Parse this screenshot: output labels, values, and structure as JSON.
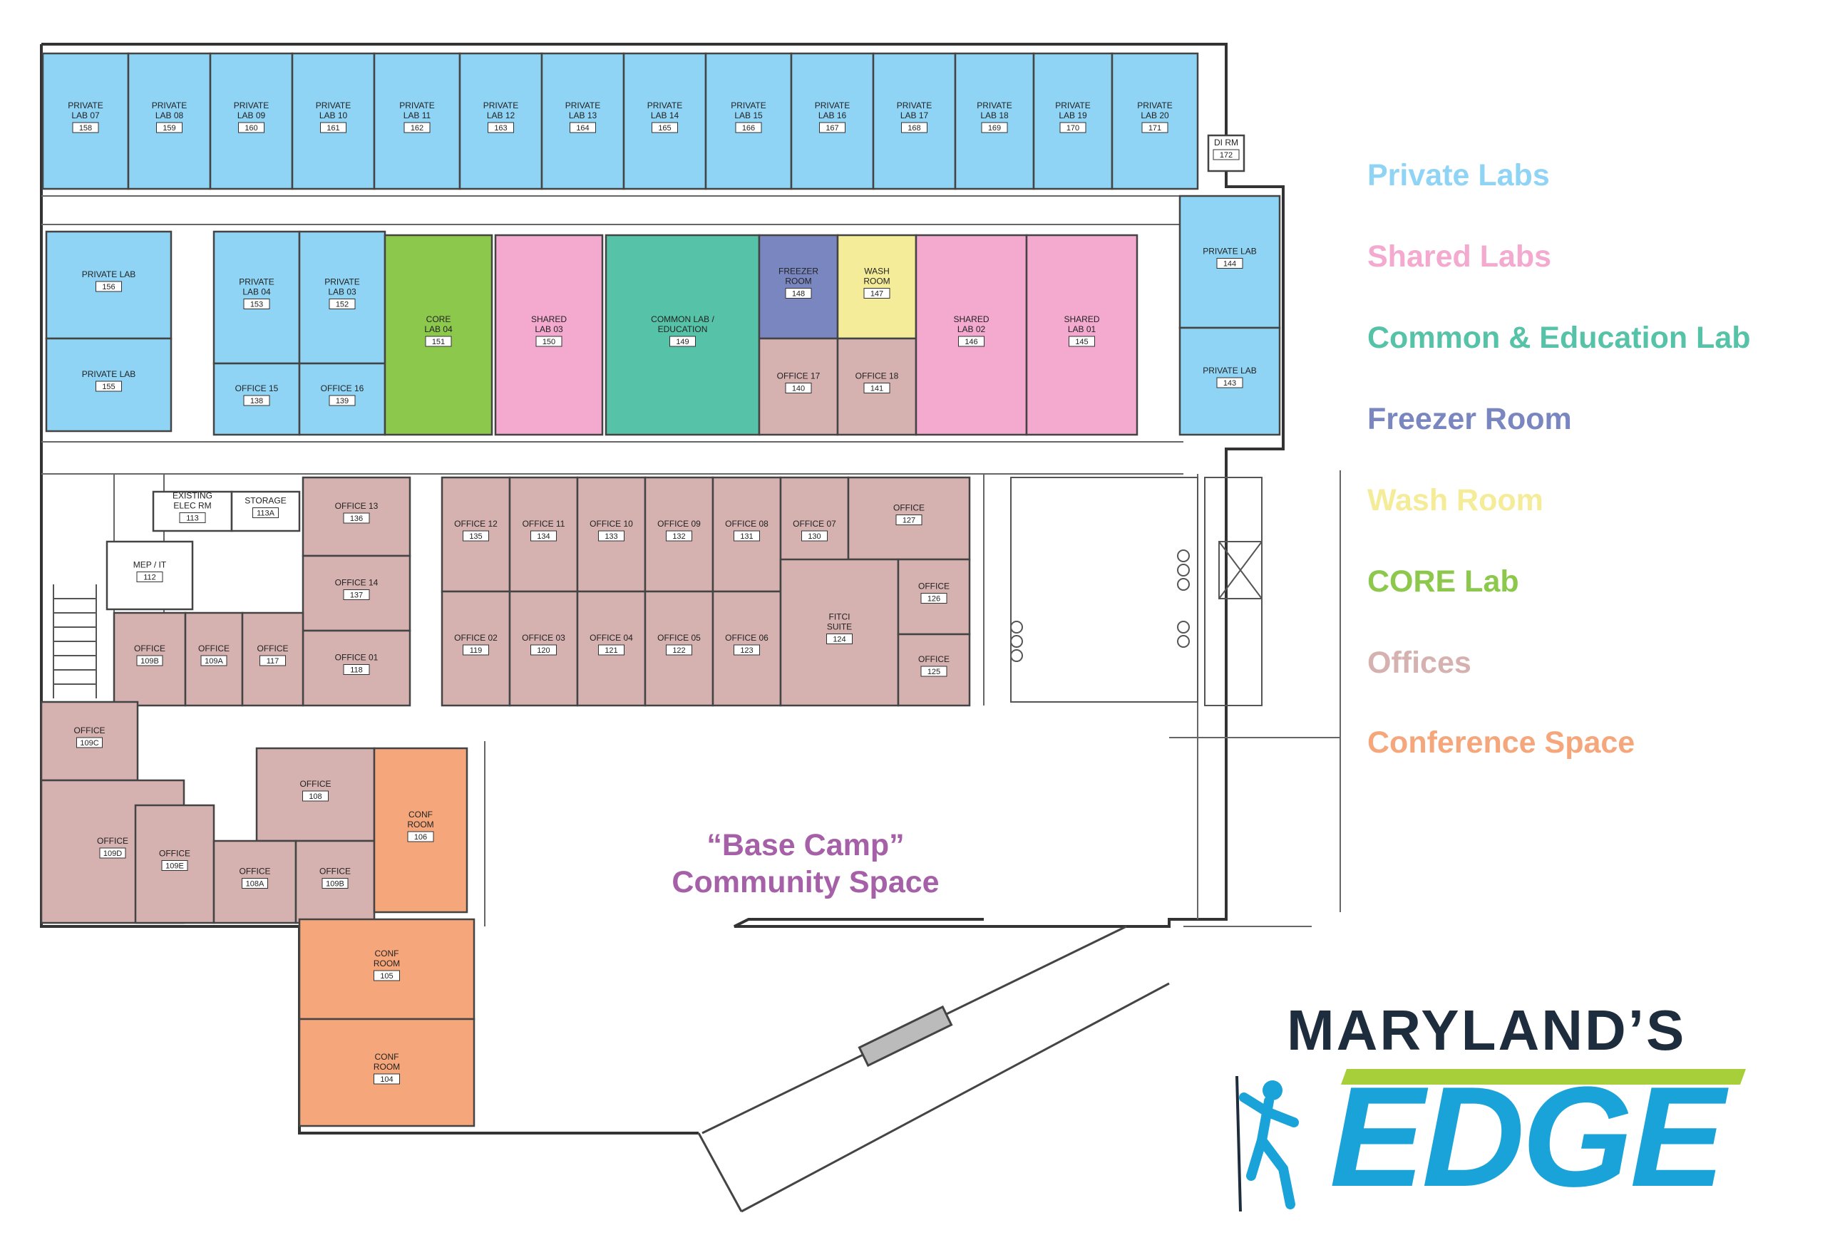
{
  "legend": [
    {
      "label": "Private Labs",
      "color": "#8fd4f4"
    },
    {
      "label": "Shared Labs",
      "color": "#f4a9cf"
    },
    {
      "label": "Common & Education Lab",
      "color": "#56c3a8"
    },
    {
      "label": "Freezer Room",
      "color": "#7a86c0"
    },
    {
      "label": "Wash Room",
      "color": "#f4ec98"
    },
    {
      "label": "CORE Lab",
      "color": "#8cc84b"
    },
    {
      "label": "Offices",
      "color": "#d5b1b0"
    },
    {
      "label": "Conference Space",
      "color": "#f5a77b"
    }
  ],
  "community_space": {
    "line1": "“Base Camp”",
    "line2": "Community Space"
  },
  "logo": {
    "top": "MARYLAND’S",
    "bottom": "EDGE"
  },
  "rooms": [
    {
      "id": "r158",
      "cat": "private",
      "name": [
        "PRIVATE",
        "LAB 07"
      ],
      "num": "158"
    },
    {
      "id": "r159",
      "cat": "private",
      "name": [
        "PRIVATE",
        "LAB 08"
      ],
      "num": "159"
    },
    {
      "id": "r160",
      "cat": "private",
      "name": [
        "PRIVATE",
        "LAB 09"
      ],
      "num": "160"
    },
    {
      "id": "r161",
      "cat": "private",
      "name": [
        "PRIVATE",
        "LAB 10"
      ],
      "num": "161"
    },
    {
      "id": "r162",
      "cat": "private",
      "name": [
        "PRIVATE",
        "LAB 11"
      ],
      "num": "162"
    },
    {
      "id": "r163",
      "cat": "private",
      "name": [
        "PRIVATE",
        "LAB 12"
      ],
      "num": "163"
    },
    {
      "id": "r164",
      "cat": "private",
      "name": [
        "PRIVATE",
        "LAB 13"
      ],
      "num": "164"
    },
    {
      "id": "r165",
      "cat": "private",
      "name": [
        "PRIVATE",
        "LAB 14"
      ],
      "num": "165"
    },
    {
      "id": "r166",
      "cat": "private",
      "name": [
        "PRIVATE",
        "LAB 15"
      ],
      "num": "166"
    },
    {
      "id": "r167",
      "cat": "private",
      "name": [
        "PRIVATE",
        "LAB 16"
      ],
      "num": "167"
    },
    {
      "id": "r168",
      "cat": "private",
      "name": [
        "PRIVATE",
        "LAB 17"
      ],
      "num": "168"
    },
    {
      "id": "r169",
      "cat": "private",
      "name": [
        "PRIVATE",
        "LAB 18"
      ],
      "num": "169"
    },
    {
      "id": "r170",
      "cat": "private",
      "name": [
        "PRIVATE",
        "LAB 19"
      ],
      "num": "170"
    },
    {
      "id": "r171",
      "cat": "private",
      "name": [
        "PRIVATE",
        "LAB 20"
      ],
      "num": "171"
    },
    {
      "id": "r172",
      "cat": "none",
      "name": [
        "DI RM"
      ],
      "num": "172"
    },
    {
      "id": "r156",
      "cat": "private",
      "name": [
        "PRIVATE LAB"
      ],
      "num": "156"
    },
    {
      "id": "r155",
      "cat": "private",
      "name": [
        "PRIVATE LAB"
      ],
      "num": "155"
    },
    {
      "id": "r153",
      "cat": "private",
      "name": [
        "PRIVATE",
        "LAB 04"
      ],
      "num": "153"
    },
    {
      "id": "r152",
      "cat": "private",
      "name": [
        "PRIVATE",
        "LAB 03"
      ],
      "num": "152"
    },
    {
      "id": "r138",
      "cat": "private",
      "name": [
        "OFFICE 15"
      ],
      "num": "138"
    },
    {
      "id": "r139",
      "cat": "private",
      "name": [
        "OFFICE 16"
      ],
      "num": "139"
    },
    {
      "id": "r151",
      "cat": "core",
      "name": [
        "CORE",
        "LAB 04"
      ],
      "num": "151"
    },
    {
      "id": "r150",
      "cat": "shared",
      "name": [
        "SHARED",
        "LAB 03"
      ],
      "num": "150"
    },
    {
      "id": "r149",
      "cat": "common",
      "name": [
        "COMMON LAB /",
        "EDUCATION"
      ],
      "num": "149"
    },
    {
      "id": "r148",
      "cat": "freezer",
      "name": [
        "FREEZER",
        "ROOM"
      ],
      "num": "148"
    },
    {
      "id": "r147",
      "cat": "wash",
      "name": [
        "WASH",
        "ROOM"
      ],
      "num": "147"
    },
    {
      "id": "r140",
      "cat": "office",
      "name": [
        "OFFICE 17"
      ],
      "num": "140"
    },
    {
      "id": "r141",
      "cat": "office",
      "name": [
        "OFFICE 18"
      ],
      "num": "141"
    },
    {
      "id": "r146",
      "cat": "shared",
      "name": [
        "SHARED",
        "LAB 02"
      ],
      "num": "146"
    },
    {
      "id": "r145",
      "cat": "shared",
      "name": [
        "SHARED",
        "LAB 01"
      ],
      "num": "145"
    },
    {
      "id": "r144",
      "cat": "private",
      "name": [
        "PRIVATE LAB"
      ],
      "num": "144"
    },
    {
      "id": "r143",
      "cat": "private",
      "name": [
        "PRIVATE LAB"
      ],
      "num": "143"
    },
    {
      "id": "r113",
      "cat": "none",
      "name": [
        "EXISTING",
        "ELEC RM"
      ],
      "num": "113"
    },
    {
      "id": "r113A",
      "cat": "none",
      "name": [
        "STORAGE"
      ],
      "num": "113A"
    },
    {
      "id": "r112",
      "cat": "none",
      "name": [
        "MEP / IT"
      ],
      "num": "112"
    },
    {
      "id": "r136",
      "cat": "office",
      "name": [
        "OFFICE 13"
      ],
      "num": "136"
    },
    {
      "id": "r137",
      "cat": "office",
      "name": [
        "OFFICE 14"
      ],
      "num": "137"
    },
    {
      "id": "r118",
      "cat": "office",
      "name": [
        "OFFICE 01"
      ],
      "num": "118"
    },
    {
      "id": "r109B1",
      "cat": "office",
      "name": [
        "OFFICE"
      ],
      "num": "109B"
    },
    {
      "id": "r109A",
      "cat": "office",
      "name": [
        "OFFICE"
      ],
      "num": "109A"
    },
    {
      "id": "r117",
      "cat": "office",
      "name": [
        "OFFICE"
      ],
      "num": "117"
    },
    {
      "id": "r135",
      "cat": "office",
      "name": [
        "OFFICE 12"
      ],
      "num": "135"
    },
    {
      "id": "r134",
      "cat": "office",
      "name": [
        "OFFICE 11"
      ],
      "num": "134"
    },
    {
      "id": "r133",
      "cat": "office",
      "name": [
        "OFFICE 10"
      ],
      "num": "133"
    },
    {
      "id": "r132",
      "cat": "office",
      "name": [
        "OFFICE 09"
      ],
      "num": "132"
    },
    {
      "id": "r131",
      "cat": "office",
      "name": [
        "OFFICE 08"
      ],
      "num": "131"
    },
    {
      "id": "r130",
      "cat": "office",
      "name": [
        "OFFICE 07"
      ],
      "num": "130"
    },
    {
      "id": "r127",
      "cat": "office",
      "name": [
        "OFFICE"
      ],
      "num": "127"
    },
    {
      "id": "r119",
      "cat": "office",
      "name": [
        "OFFICE 02"
      ],
      "num": "119"
    },
    {
      "id": "r120",
      "cat": "office",
      "name": [
        "OFFICE 03"
      ],
      "num": "120"
    },
    {
      "id": "r121",
      "cat": "office",
      "name": [
        "OFFICE 04"
      ],
      "num": "121"
    },
    {
      "id": "r122",
      "cat": "office",
      "name": [
        "OFFICE 05"
      ],
      "num": "122"
    },
    {
      "id": "r123",
      "cat": "office",
      "name": [
        "OFFICE 06"
      ],
      "num": "123"
    },
    {
      "id": "r124",
      "cat": "office",
      "name": [
        "FITCI",
        "SUITE"
      ],
      "num": "124"
    },
    {
      "id": "r126",
      "cat": "office",
      "name": [
        "OFFICE"
      ],
      "num": "126"
    },
    {
      "id": "r125",
      "cat": "office",
      "name": [
        "OFFICE"
      ],
      "num": "125"
    },
    {
      "id": "r109C",
      "cat": "office",
      "name": [
        "OFFICE"
      ],
      "num": "109C"
    },
    {
      "id": "r108",
      "cat": "office",
      "name": [
        "OFFICE"
      ],
      "num": "108"
    },
    {
      "id": "r109D",
      "cat": "office",
      "name": [
        "OFFICE"
      ],
      "num": "109D"
    },
    {
      "id": "r109E",
      "cat": "office",
      "name": [
        "OFFICE"
      ],
      "num": "109E"
    },
    {
      "id": "r108A",
      "cat": "office",
      "name": [
        "OFFICE"
      ],
      "num": "108A"
    },
    {
      "id": "r109B2",
      "cat": "office",
      "name": [
        "OFFICE"
      ],
      "num": "109B"
    },
    {
      "id": "r106",
      "cat": "conf",
      "name": [
        "CONF",
        "ROOM"
      ],
      "num": "106"
    },
    {
      "id": "r105",
      "cat": "conf",
      "name": [
        "CONF",
        "ROOM"
      ],
      "num": "105"
    },
    {
      "id": "r104",
      "cat": "conf",
      "name": [
        "CONF",
        "ROOM"
      ],
      "num": "104"
    }
  ]
}
